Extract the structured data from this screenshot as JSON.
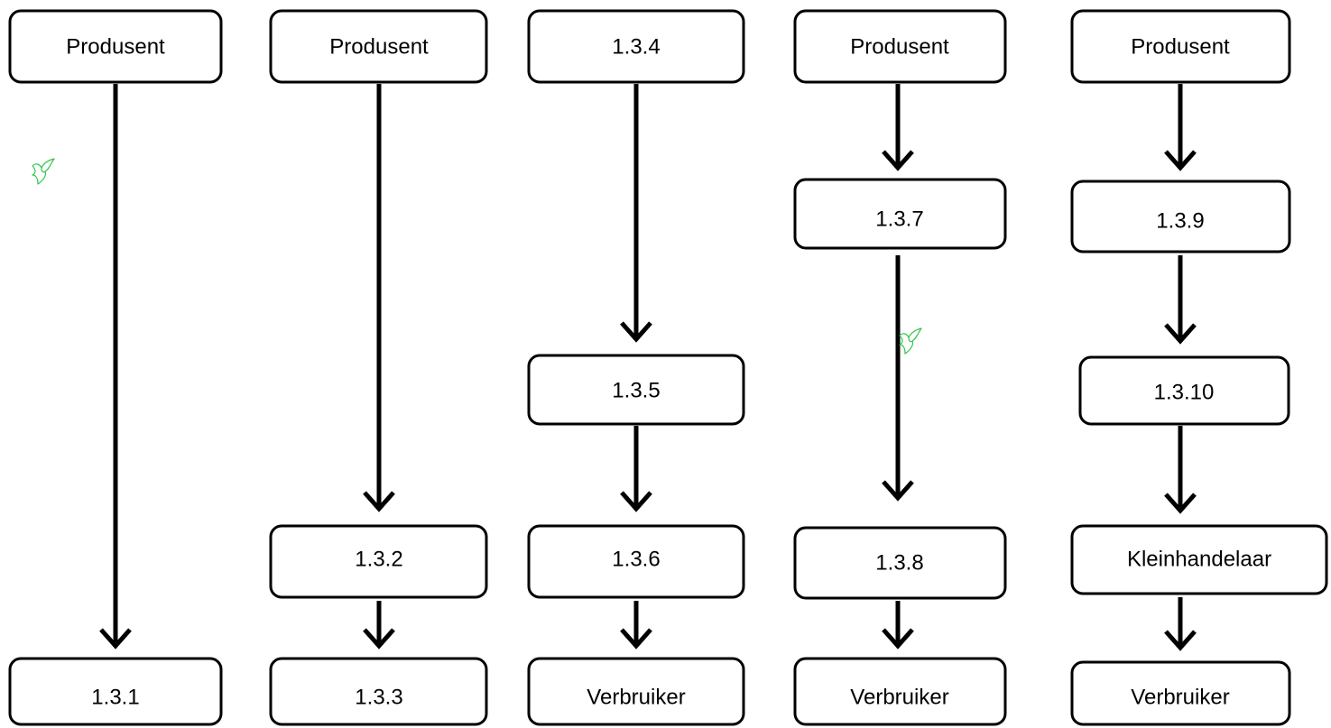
{
  "colors": {
    "line": "#000000",
    "box_fill": "#ffffff",
    "bird_icon": "#2ec44a"
  },
  "columns": [
    {
      "nodes": [
        {
          "label": "Produsent"
        },
        {
          "label": "1.3.1"
        }
      ]
    },
    {
      "nodes": [
        {
          "label": "Produsent"
        },
        {
          "label": "1.3.2"
        },
        {
          "label": "1.3.3"
        }
      ]
    },
    {
      "nodes": [
        {
          "label": "1.3.4"
        },
        {
          "label": "1.3.5"
        },
        {
          "label": "1.3.6"
        },
        {
          "label": "Verbruiker"
        }
      ]
    },
    {
      "nodes": [
        {
          "label": "Produsent"
        },
        {
          "label": "1.3.7"
        },
        {
          "label": "1.3.8"
        },
        {
          "label": "Verbruiker"
        }
      ]
    },
    {
      "nodes": [
        {
          "label": "Produsent"
        },
        {
          "label": "1.3.9"
        },
        {
          "label": "1.3.10"
        },
        {
          "label": "Kleinhandelaar"
        },
        {
          "label": "Verbruiker"
        }
      ]
    }
  ],
  "decorations": [
    {
      "icon": "bird-icon"
    },
    {
      "icon": "bird-icon"
    }
  ]
}
